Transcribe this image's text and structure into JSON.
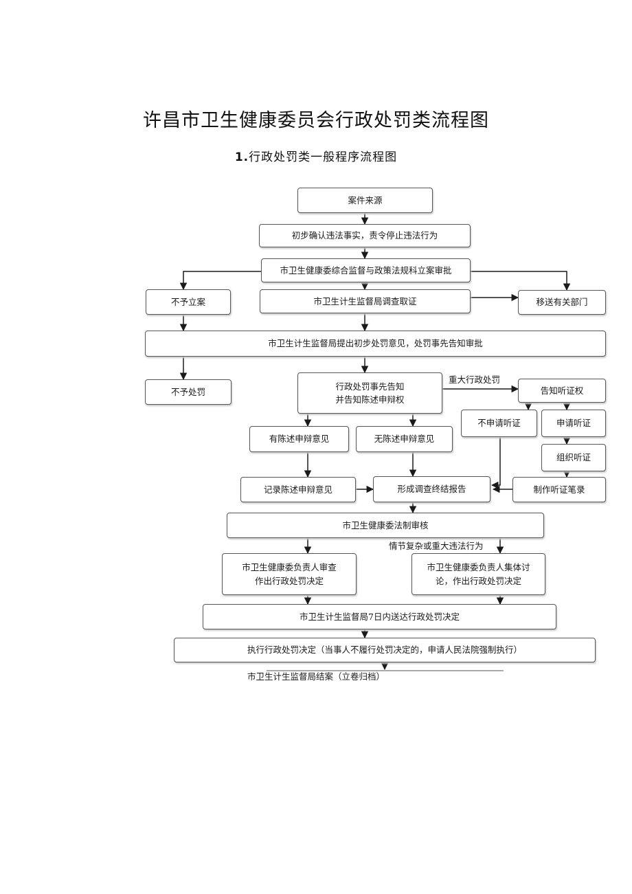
{
  "title": "许昌市卫生健康委员会行政处罚类流程图",
  "subtitle": {
    "number": "1.",
    "text": "行政处罚类一般程序流程图"
  },
  "nodes": {
    "case_source": "案件来源",
    "confirm_violation": "初步确认违法事实，责令停止违法行为",
    "filing_approval": "市卫生健康委综合监督与政策法规科立案审批",
    "no_filing": "不予立案",
    "investigation": "市卫生计生监督局调查取证",
    "transfer": "移送有关部门",
    "preliminary_opinion": "市卫生计生监督局提出初步处罚意见，处罚事先告知审批",
    "no_penalty": "不予处罚",
    "prior_notice_line1": "行政处罚事先告知",
    "prior_notice_line2": "并告知陈述申辩权",
    "hearing_notice": "告知听证权",
    "no_hearing_request": "不申请听证",
    "hearing_request": "申请听证",
    "statement_opinion": "有陈述申辩意见",
    "no_statement_opinion": "无陈述申辩意见",
    "organize_hearing": "组织听证",
    "record_statement": "记录陈述申辩意见",
    "final_report": "形成调查终结报告",
    "hearing_record": "制作听证笔录",
    "legal_review": "市卫生健康委法制审核",
    "leader_review_line1": "市卫生健康委负责人审查",
    "leader_review_line2": "作出行政处罚决定",
    "collective_line1": "市卫生健康委负责人集体讨",
    "collective_line2": "论，作出行政处罚决定",
    "delivery": "市卫生计生监督局7日内送达行政处罚决定",
    "execution": "执行行政处罚决定（当事人不履行处罚决定的，申请人民法院强制执行）",
    "closure": "市卫生计生监督局结案（立卷归档）"
  },
  "edge_labels": {
    "major_penalty": "重大行政处罚",
    "complex_case": "情节复杂或重大违法行为"
  }
}
